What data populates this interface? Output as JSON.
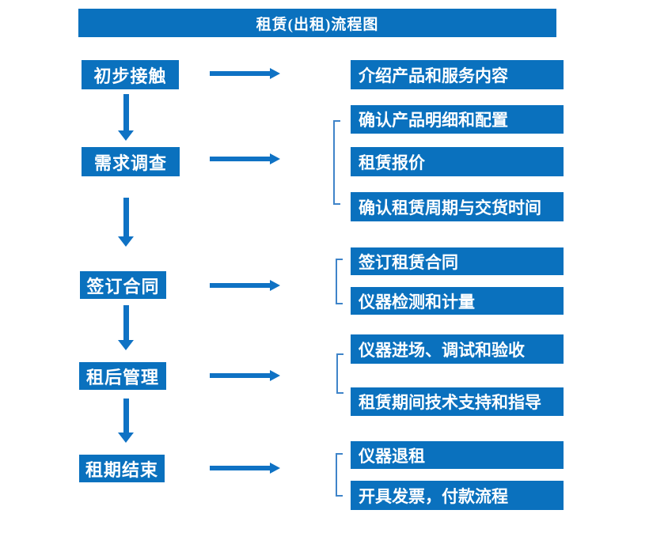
{
  "title": "租赁(出租)流程图",
  "colors": {
    "box_blue": "#0a71be",
    "arrow_blue": "#0f72c4",
    "bracket_blue": "#3f84c9",
    "text_white": "#ffffff",
    "background": "#ffffff"
  },
  "steps": [
    {
      "label": "初步接触",
      "details": [
        "介绍产品和服务内容"
      ]
    },
    {
      "label": "需求调查",
      "details": [
        "确认产品明细和配置",
        "租赁报价",
        "确认租赁周期与交货时间"
      ]
    },
    {
      "label": "签订合同",
      "details": [
        "签订租赁合同",
        "仪器检测和计量"
      ]
    },
    {
      "label": "租后管理",
      "details": [
        "仪器进场、调试和验收",
        "租赁期间技术支持和指导"
      ]
    },
    {
      "label": "租期结束",
      "details": [
        "仪器退租",
        "开具发票，付款流程"
      ]
    }
  ]
}
